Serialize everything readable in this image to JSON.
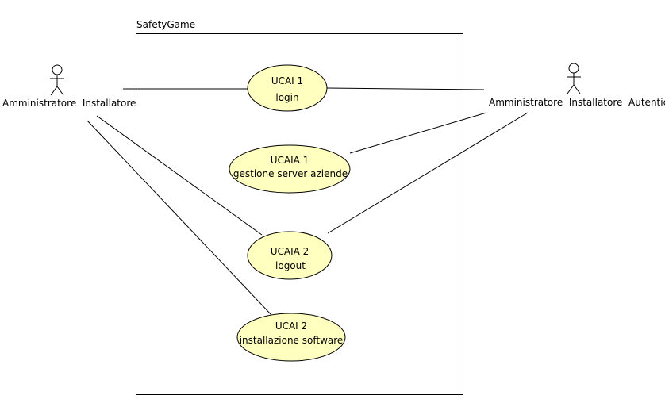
{
  "system": {
    "name": "SafetyGame"
  },
  "actors": {
    "left": {
      "label": "Amministratore  Installatore"
    },
    "right": {
      "label": "Amministratore  Installatore  Autenticato"
    }
  },
  "use_cases": [
    {
      "id": "UCAI 1",
      "name": "login"
    },
    {
      "id": "UCAIA 1",
      "name": "gestione server aziende"
    },
    {
      "id": "UCAIA 2",
      "name": "logout"
    },
    {
      "id": "UCAI 2",
      "name": "installazione software"
    }
  ],
  "colors": {
    "use_case_fill": "#ffffc0",
    "line": "#000000",
    "background": "#ffffff"
  }
}
